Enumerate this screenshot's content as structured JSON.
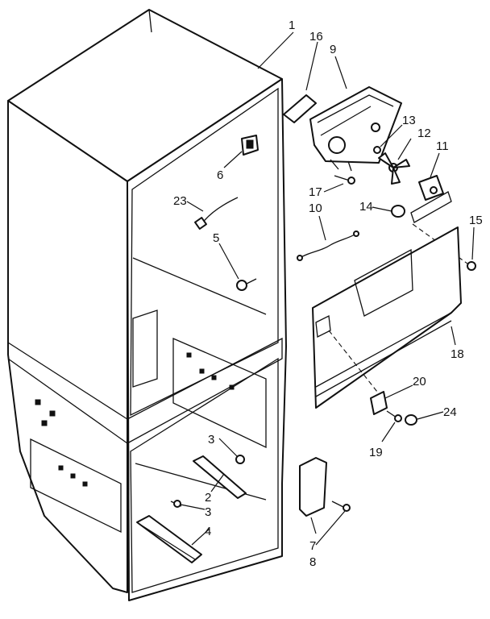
{
  "callouts": [
    {
      "key": "c1",
      "text": "1"
    },
    {
      "key": "c16",
      "text": "16"
    },
    {
      "key": "c9",
      "text": "9"
    },
    {
      "key": "c13",
      "text": "13"
    },
    {
      "key": "c12",
      "text": "12"
    },
    {
      "key": "c11",
      "text": "11"
    },
    {
      "key": "c6",
      "text": "6"
    },
    {
      "key": "c23",
      "text": "23"
    },
    {
      "key": "c17",
      "text": "17"
    },
    {
      "key": "c10",
      "text": "10"
    },
    {
      "key": "c14",
      "text": "14"
    },
    {
      "key": "c15",
      "text": "15"
    },
    {
      "key": "c5",
      "text": "5"
    },
    {
      "key": "c18",
      "text": "18"
    },
    {
      "key": "c20",
      "text": "20"
    },
    {
      "key": "c24",
      "text": "24"
    },
    {
      "key": "c19",
      "text": "19"
    },
    {
      "key": "c3a",
      "text": "3"
    },
    {
      "key": "c2",
      "text": "2"
    },
    {
      "key": "c3b",
      "text": "3"
    },
    {
      "key": "c4",
      "text": "4"
    },
    {
      "key": "c7",
      "text": "7"
    },
    {
      "key": "c8",
      "text": "8"
    }
  ]
}
